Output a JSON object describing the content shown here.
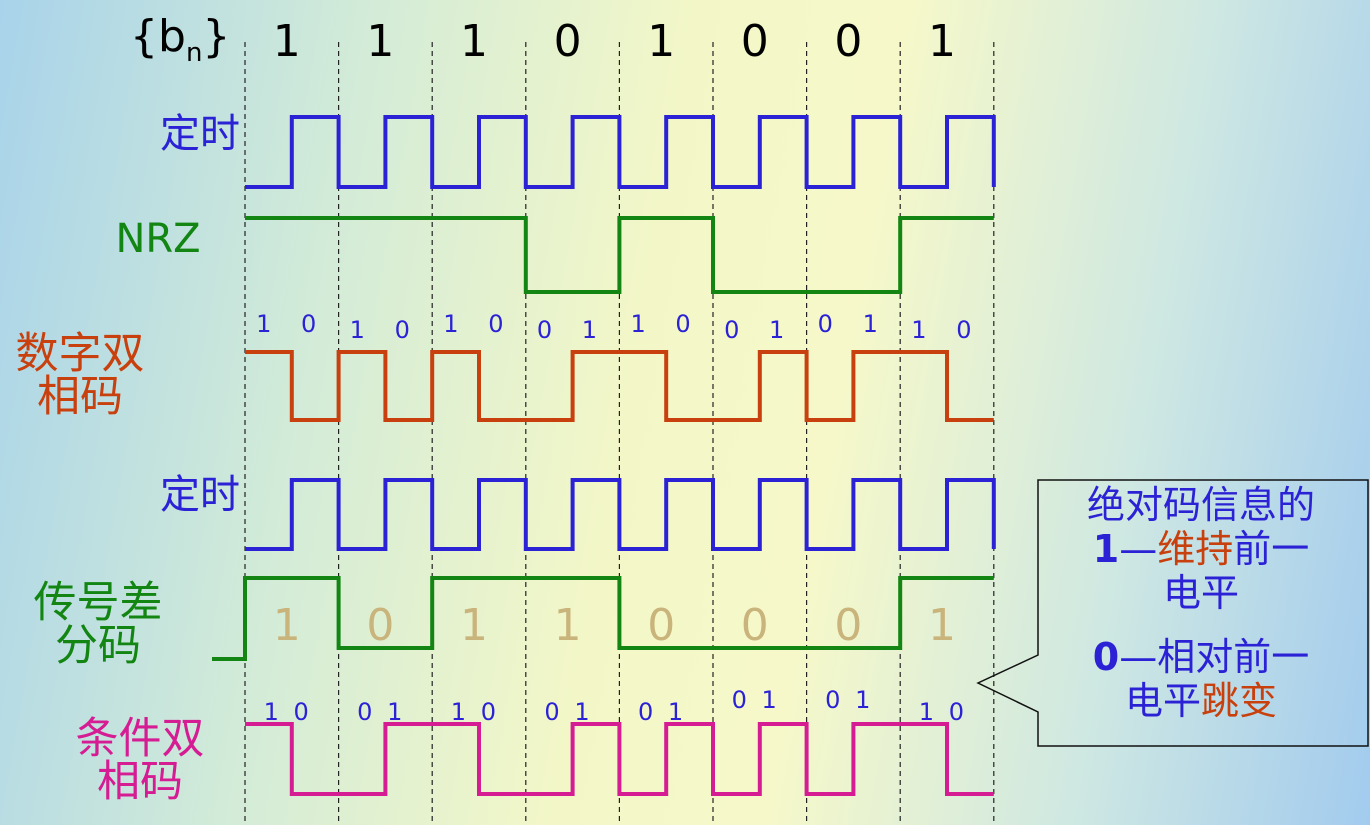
{
  "sequence": {
    "label": "{b",
    "label_sub": "n",
    "label_close": "}",
    "bits": [
      "1",
      "1",
      "1",
      "0",
      "1",
      "0",
      "0",
      "1"
    ]
  },
  "rows": {
    "timing_1": {
      "label": "定时",
      "color": "#2b22d6"
    },
    "nrz": {
      "label": "NRZ",
      "color": "#128512",
      "levels": [
        1,
        1,
        1,
        0,
        1,
        0,
        0,
        1
      ]
    },
    "biphase": {
      "label_line1": "数字双",
      "label_line2": "相码",
      "color": "#c8400e",
      "pairs": [
        "10",
        "10",
        "10",
        "01",
        "10",
        "01",
        "01",
        "10"
      ]
    },
    "timing_2": {
      "label": "定时",
      "color": "#2b22d6"
    },
    "diff_code": {
      "label_line1": "传号差",
      "label_line2": "分码",
      "color": "#128512",
      "text_color": "#c9b47c",
      "bits": [
        "1",
        "0",
        "1",
        "1",
        "0",
        "0",
        "0",
        "1"
      ],
      "levels": [
        1,
        0,
        1,
        1,
        0,
        0,
        0,
        1
      ]
    },
    "cmi": {
      "label_line1": "条件双",
      "label_line2": "相码",
      "color": "#d51c93",
      "pairs": [
        "10",
        "01",
        "10",
        "01",
        "01",
        "01",
        "01",
        "10"
      ]
    }
  },
  "callout": {
    "line1": "绝对码信息的",
    "line2_bold": "1",
    "line2_dash": "—",
    "line2_red": "维持",
    "line2_rest": "前一",
    "line3": "电平",
    "line4_bold": "0",
    "line4_dash": "—",
    "line4_rest": "相对前一",
    "line5_a": "电平",
    "line5_red": "跳变"
  }
}
